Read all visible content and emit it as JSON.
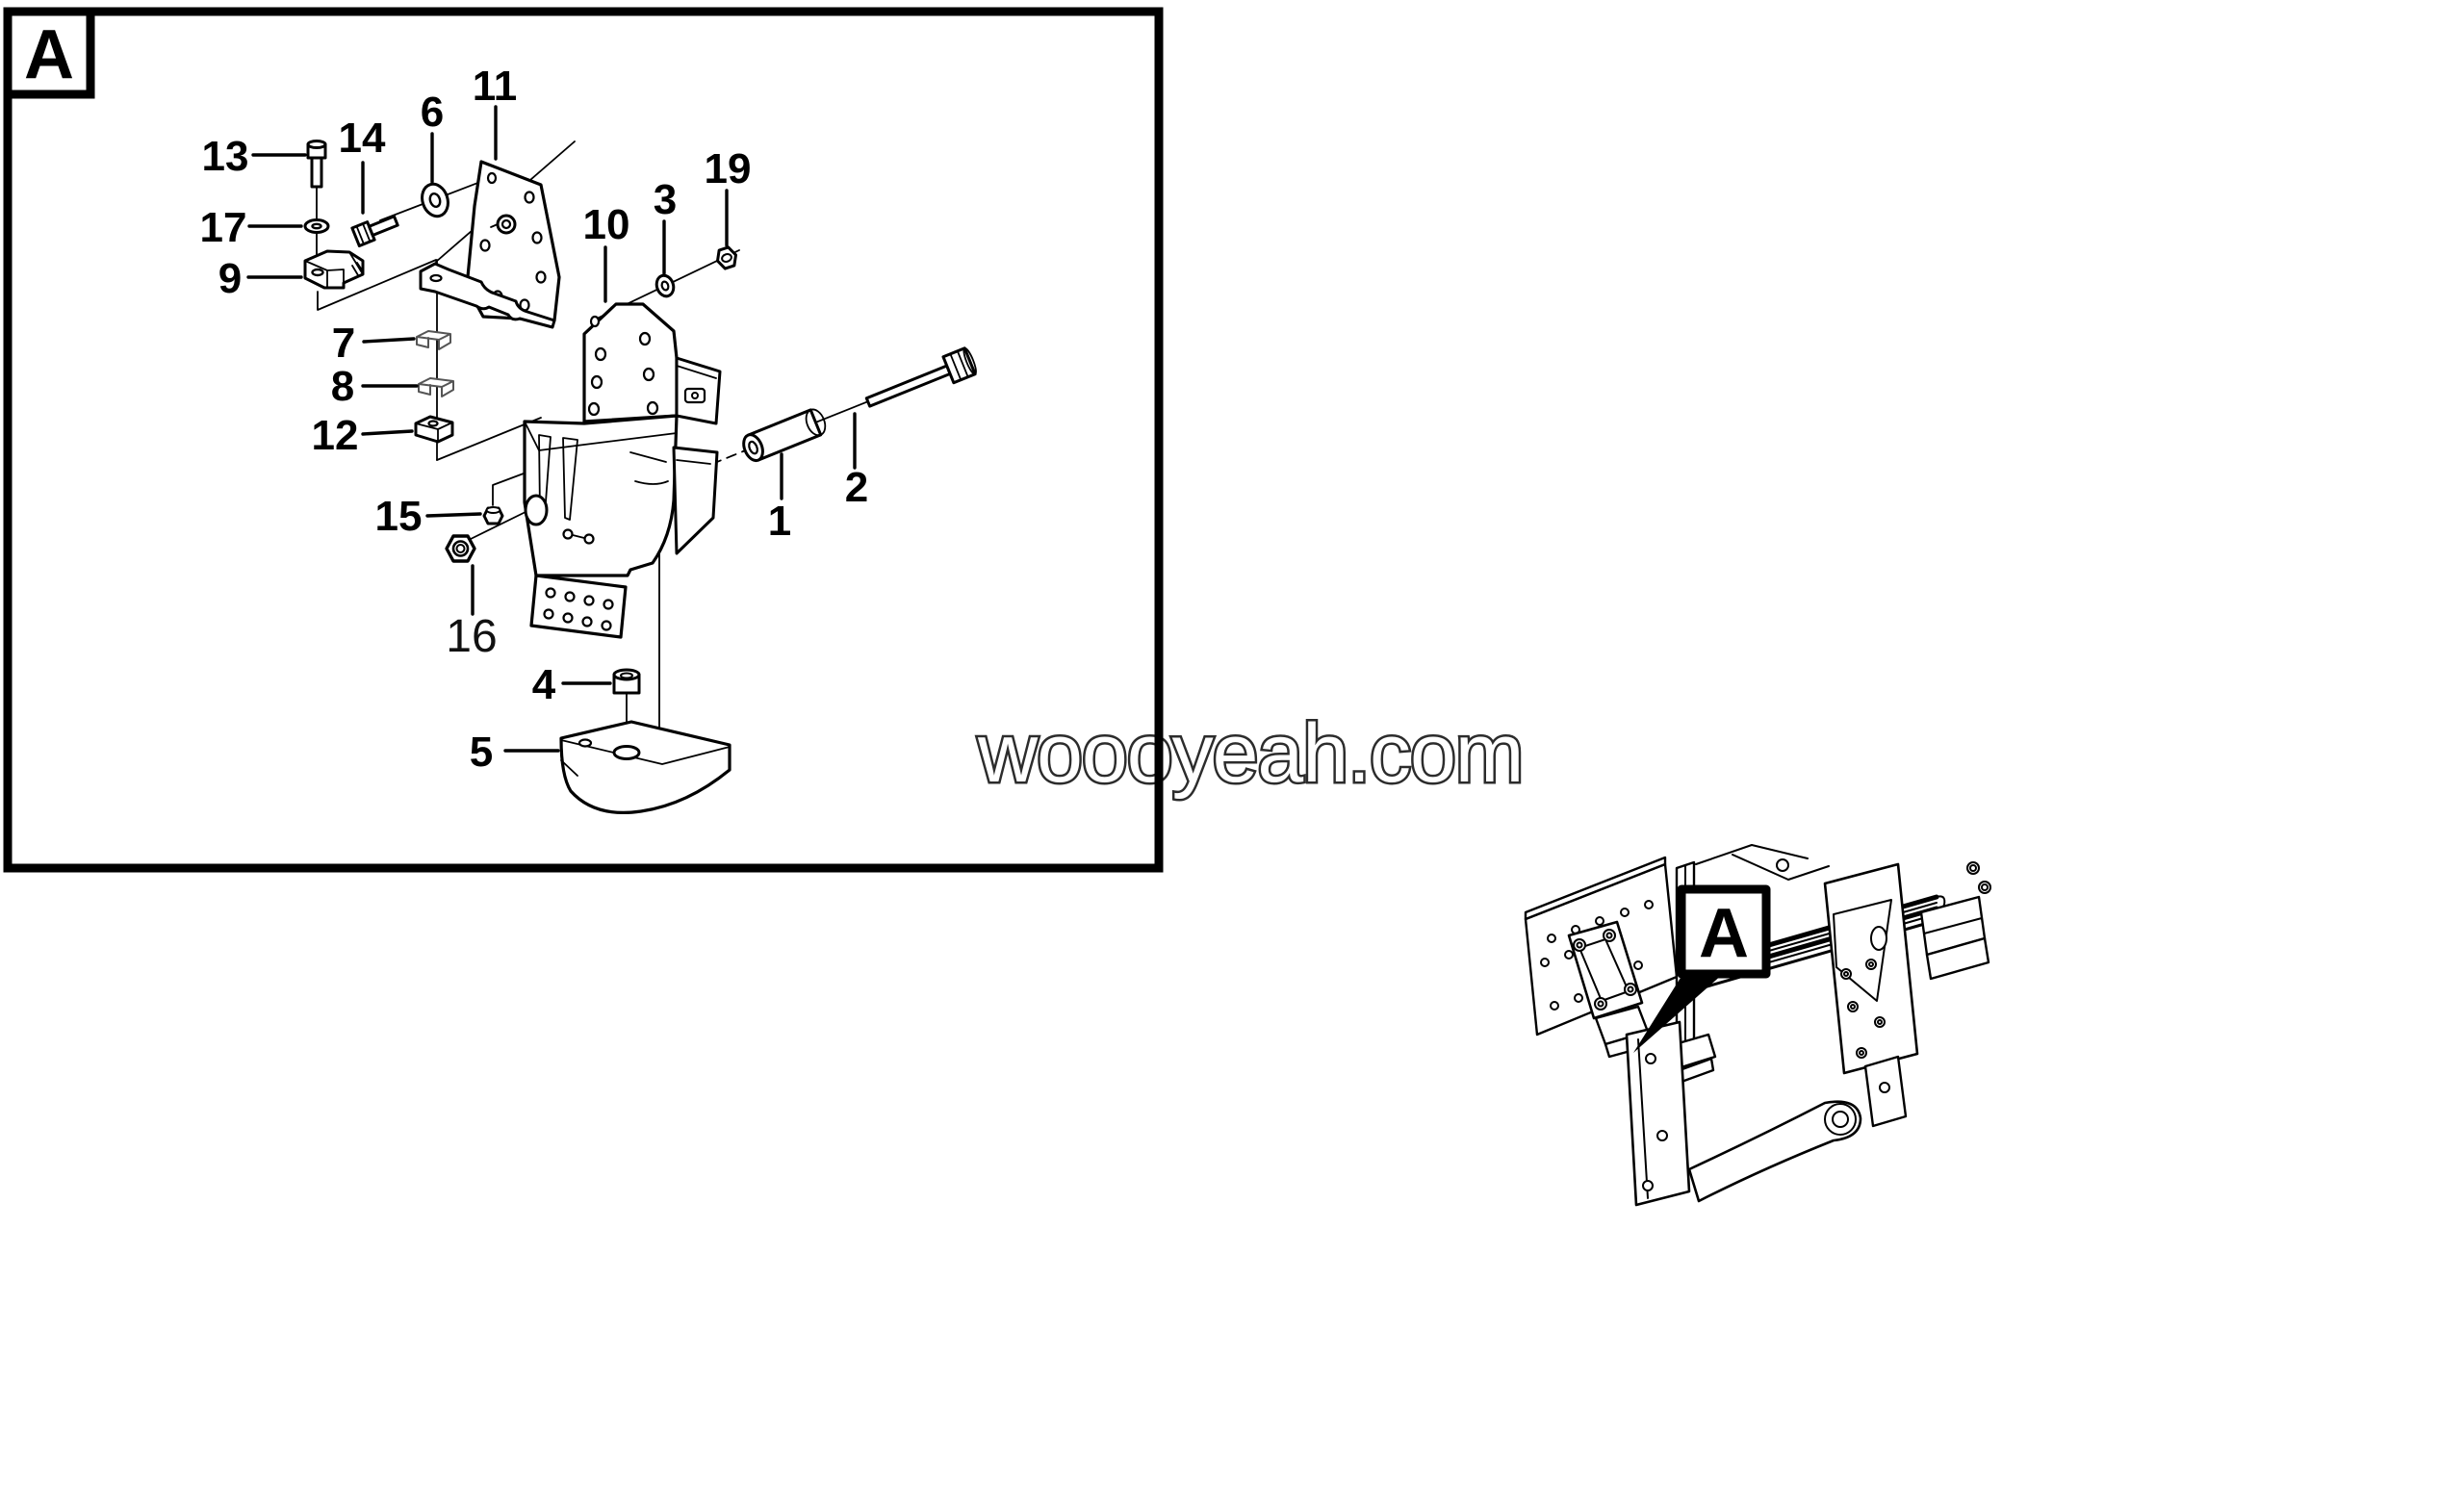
{
  "colors": {
    "background": "#ffffff",
    "line": "#000000",
    "watermark_fill": "#ffffff",
    "watermark_outline": "#2c2c2c"
  },
  "main_view": {
    "view_label": "A",
    "callouts": [
      {
        "label": "13"
      },
      {
        "label": "17"
      },
      {
        "label": "9"
      },
      {
        "label": "14"
      },
      {
        "label": "6"
      },
      {
        "label": "11"
      },
      {
        "label": "10"
      },
      {
        "label": "3"
      },
      {
        "label": "19"
      },
      {
        "label": "7"
      },
      {
        "label": "8"
      },
      {
        "label": "12"
      },
      {
        "label": "15"
      },
      {
        "label": "16"
      },
      {
        "label": "1"
      },
      {
        "label": "2"
      },
      {
        "label": "4"
      },
      {
        "label": "5"
      }
    ]
  },
  "watermark": {
    "text": "woooyeah.com"
  },
  "inset_view": {
    "view_label": "A"
  }
}
